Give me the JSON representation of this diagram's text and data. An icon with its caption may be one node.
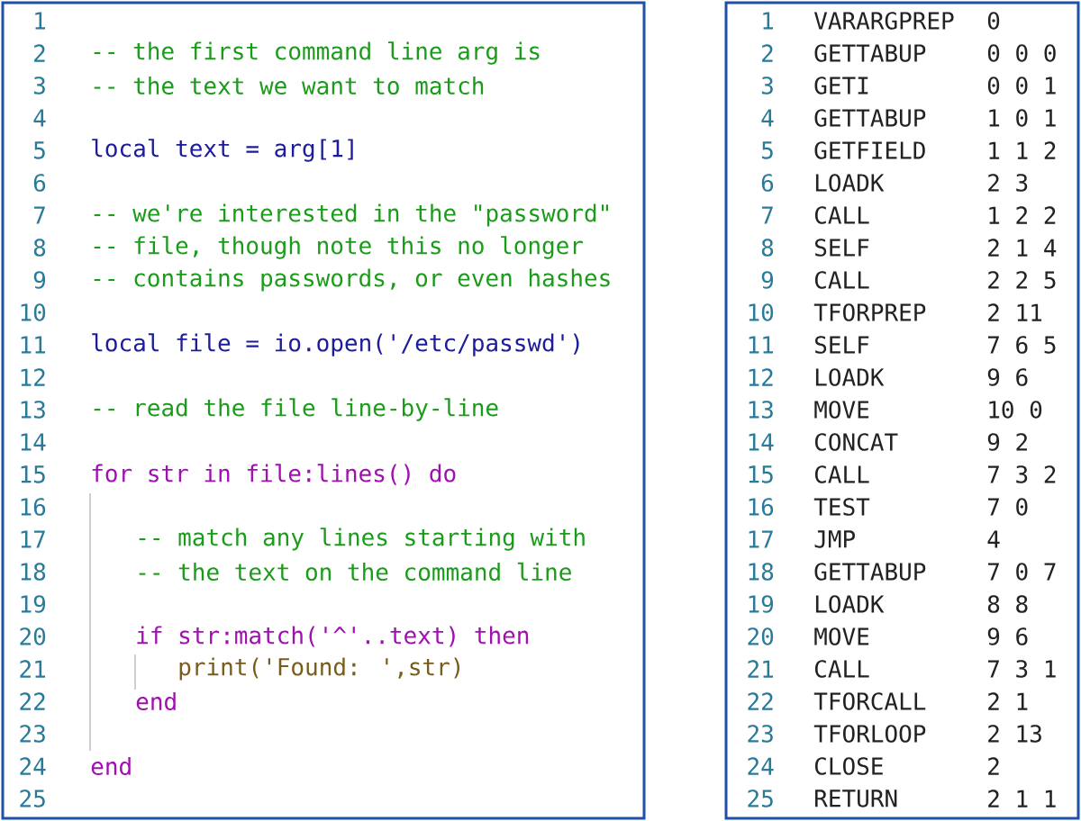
{
  "diagram": {
    "nodes": [
      {
        "text": [
          "1",
          "2",
          "-- the first command line arg is",
          "3",
          "-- the text we want to match",
          "4",
          "5",
          "local text = arg[1]",
          "6",
          "7",
          "-- we're interested in the \"password\"",
          "8",
          "-- file, though note this no longer",
          "9",
          "-- contains passwords, or even hashes",
          "10",
          "11",
          "local file = io.open('/etc/passwd')",
          "12",
          "13",
          "-- read the file line-by-line",
          "14",
          "15",
          "for str in file:lines() do",
          "16",
          "17",
          "-- match any lines starting with",
          "18",
          "-- the text on the command line",
          "19",
          "20",
          "if str:match('^'..text) then",
          "21",
          "print('Found: ',str)",
          "22",
          "end",
          "23",
          "24",
          "end",
          "25"
        ]
      },
      {
        "text": [
          "1",
          "VARARGPREP",
          "0",
          "2",
          "GETTABUP",
          "0 0 0",
          "3",
          "GETI",
          "0 0 1",
          "4",
          "GETTABUP",
          "1 0 1",
          "5",
          "GETFIELD",
          "1 1 2",
          "6",
          "LOADK",
          "2 3",
          "7",
          "CALL",
          "1 2 2",
          "8",
          "SELF",
          "2 1 4",
          "9",
          "CALL",
          "2 2 5",
          "10",
          "TFORPREP",
          "2 11",
          "11",
          "SELF",
          "7 6 5",
          "12",
          "LOADK",
          "9 6",
          "13",
          "MOVE",
          "10 0",
          "14",
          "CONCAT",
          "9 2",
          "15",
          "CALL",
          "7 3 2",
          "16",
          "TEST",
          "7 0",
          "17",
          "JMP",
          "4",
          "18",
          "GETTABUP",
          "7 0 7",
          "19",
          "LOADK",
          "8 8",
          "20",
          "MOVE",
          "9 6",
          "21",
          "CALL",
          "7 3 1",
          "22",
          "TFORCALL",
          "2 1",
          "23",
          "TFORLOOP",
          "2 13",
          "24",
          "CLOSE",
          "2",
          "25",
          "RETURN",
          "2 1 1"
        ]
      }
    ]
  }
}
